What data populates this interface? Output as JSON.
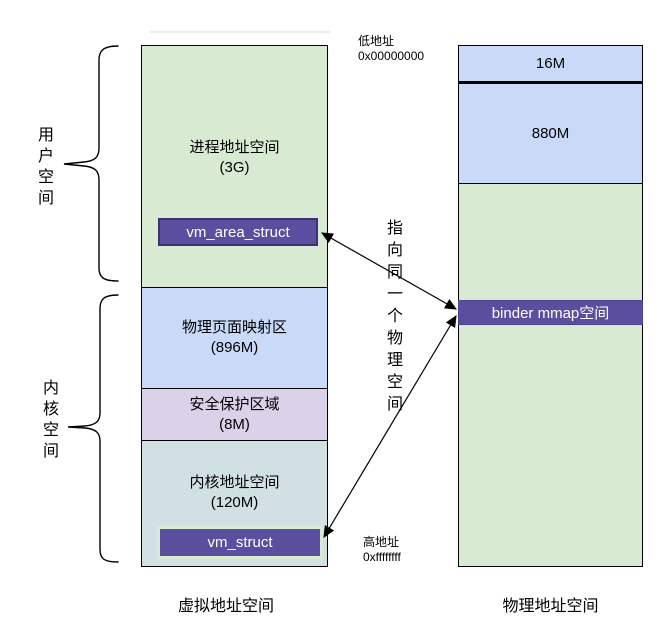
{
  "diagram": {
    "title_left_caption": "虚拟地址空间",
    "title_right_caption": "物理地址空间",
    "low_address": {
      "line1": "低地址",
      "line2": "0x00000000"
    },
    "high_address": {
      "line1": "高地址",
      "line2": "0xffffffff"
    },
    "user_space_label": "用户空间",
    "kernel_space_label": "内核空间",
    "same_physical_note": "指向同一个物理空间"
  },
  "virtual_column": {
    "sections": [
      {
        "title": "进程地址空间",
        "size": "(3G)",
        "color": "#d9ead3"
      },
      {
        "title": "物理页面映射区",
        "size": "(896M)",
        "color": "#c9daf8"
      },
      {
        "title": "安全保护区域",
        "size": "(8M)",
        "color": "#d9d2e9"
      },
      {
        "title": "内核地址空间",
        "size": "(120M)",
        "color": "#d0e0e3"
      }
    ],
    "vm_area_struct_label": "vm_area_struct",
    "vm_struct_label": "vm_struct"
  },
  "physical_column": {
    "sections": [
      {
        "label": "16M",
        "color": "#c9daf8"
      },
      {
        "label": "880M",
        "color": "#c9daf8"
      },
      {
        "label": "",
        "color": "#d9ead3"
      }
    ],
    "binder_label": "binder mmap空间"
  },
  "colors": {
    "struct_box_fill": "#5c4e9e",
    "struct_box_border": "#3d3273",
    "binder_band_border": "#4c4190",
    "green": "#d9ead3",
    "blue": "#c9daf8",
    "lavender": "#d9d2e9",
    "teal": "#d0e0e3",
    "line": "#000000"
  }
}
